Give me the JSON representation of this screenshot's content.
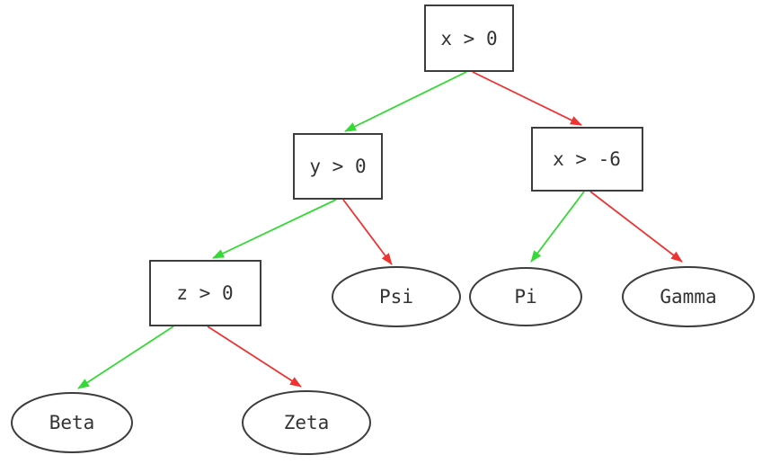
{
  "diagram": {
    "kind": "decision-tree",
    "colors": {
      "true_branch": "#35d935",
      "false_branch": "#ee3333",
      "node_border": "#3d3d3d",
      "text": "#333333",
      "background": "#ffffff"
    },
    "nodes": {
      "root": {
        "label": "x > 0",
        "type": "decision"
      },
      "y_gt_0": {
        "label": "y > 0",
        "type": "decision"
      },
      "x_gt_neg6": {
        "label": "x > -6",
        "type": "decision"
      },
      "z_gt_0": {
        "label": "z > 0",
        "type": "decision"
      },
      "psi": {
        "label": "Psi",
        "type": "leaf"
      },
      "pi": {
        "label": "Pi",
        "type": "leaf"
      },
      "gamma": {
        "label": "Gamma",
        "type": "leaf"
      },
      "beta": {
        "label": "Beta",
        "type": "leaf"
      },
      "zeta": {
        "label": "Zeta",
        "type": "leaf"
      }
    },
    "edges": [
      {
        "from": "x > 0",
        "to": "y > 0",
        "branch": "true"
      },
      {
        "from": "x > 0",
        "to": "x > -6",
        "branch": "false"
      },
      {
        "from": "y > 0",
        "to": "z > 0",
        "branch": "true"
      },
      {
        "from": "y > 0",
        "to": "Psi",
        "branch": "false"
      },
      {
        "from": "x > -6",
        "to": "Pi",
        "branch": "true"
      },
      {
        "from": "x > -6",
        "to": "Gamma",
        "branch": "false"
      },
      {
        "from": "z > 0",
        "to": "Beta",
        "branch": "true"
      },
      {
        "from": "z > 0",
        "to": "Zeta",
        "branch": "false"
      }
    ]
  }
}
